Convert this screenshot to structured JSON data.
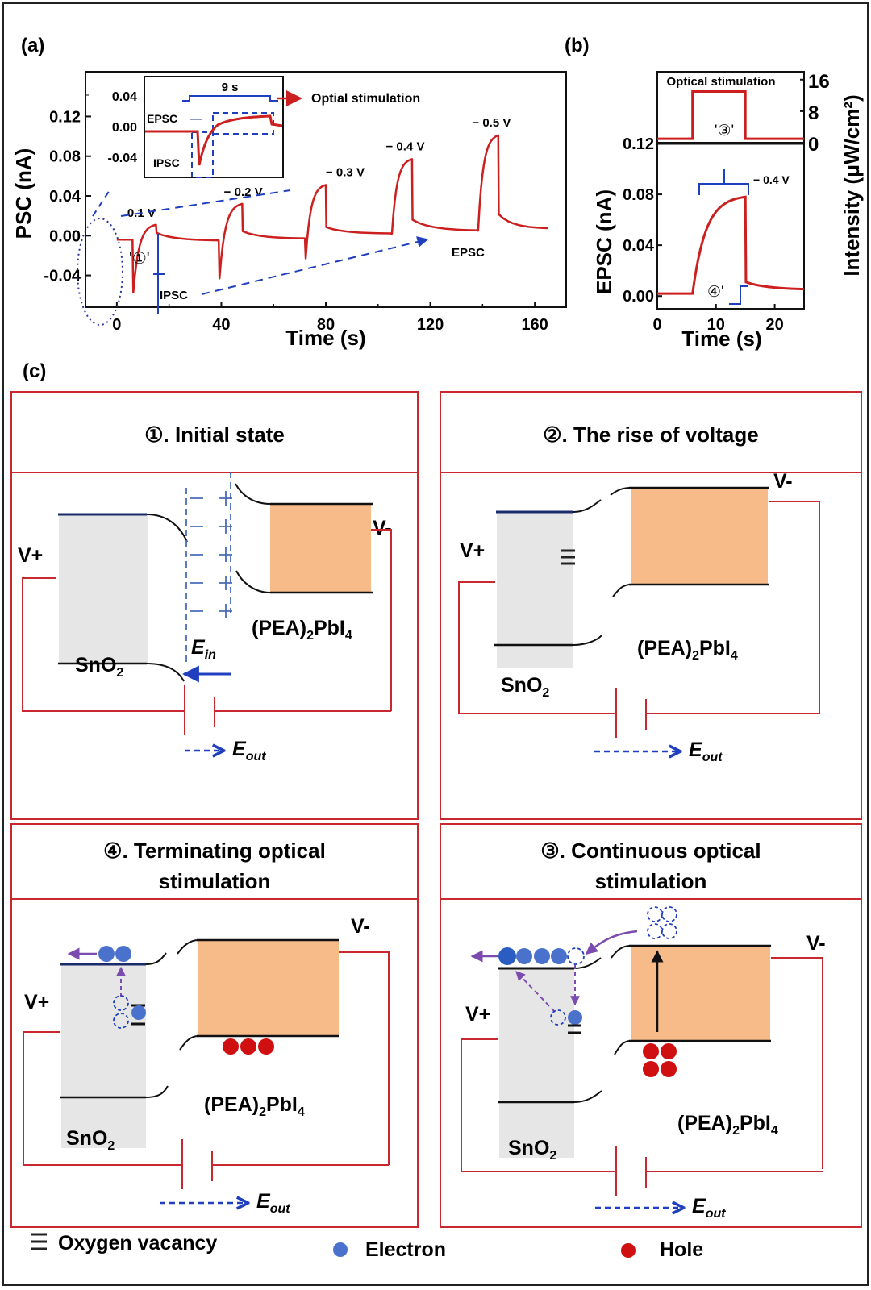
{
  "panel_labels": {
    "a": "(a)",
    "b": "(b)",
    "c": "(c)"
  },
  "chart_data": [
    {
      "id": "a",
      "type": "line",
      "xlabel": "Time (s)",
      "ylabel": "PSC (nA)",
      "xlim": [
        -12,
        172
      ],
      "ylim": [
        -0.072,
        0.165
      ],
      "xticks": [
        0,
        40,
        80,
        120,
        160
      ],
      "xtick_labels": [
        "0",
        "40",
        "80",
        "120",
        "160"
      ],
      "yticks": [
        -0.04,
        0.0,
        0.04,
        0.08,
        0.12
      ],
      "ytick_labels": [
        "-0.04",
        "0.00",
        "0.04",
        "0.08",
        "0.12"
      ],
      "series": [
        {
          "name": "PSC",
          "color": "#cc1f1f",
          "pulses": [
            {
              "label": "0.1 V",
              "onset": 6,
              "offset": 15,
              "baseline": -0.004,
              "ipsc_min": -0.057,
              "peak": 0.011
            },
            {
              "label": "− 0.2 V",
              "onset": 39,
              "offset": 48,
              "baseline": -0.005,
              "ipsc_min": -0.043,
              "peak": 0.032
            },
            {
              "label": "− 0.3 V",
              "onset": 72,
              "offset": 80,
              "baseline": -0.003,
              "ipsc_min": -0.023,
              "peak": 0.051
            },
            {
              "label": "− 0.4 V",
              "onset": 105,
              "offset": 113,
              "baseline": 0.002,
              "ipsc_min": 0.002,
              "peak": 0.077
            },
            {
              "label": "− 0.5 V",
              "onset": 138,
              "offset": 146,
              "baseline": 0.005,
              "ipsc_min": 0.005,
              "peak": 0.101
            }
          ],
          "end_time": 165,
          "end_value": 0.007
        }
      ],
      "annotations": {
        "ipsc": "IPSC",
        "epsc": "EPSC",
        "marker": "'①'",
        "voltages": [
          "0.1 V",
          "− 0.2 V",
          "− 0.3 V",
          "− 0.4 V",
          "− 0.5 V"
        ]
      },
      "inset": {
        "yticks": [
          "0.04",
          "0.00",
          "-0.04"
        ],
        "duration_label": "9 s",
        "epsc_label": "EPSC",
        "ipsc_label": "IPSC",
        "stimulation_label": "Optial stimulation"
      }
    },
    {
      "id": "b",
      "type": "line",
      "xlabel": "Time (s)",
      "ylabel": "EPSC (nA)",
      "y2label": "Intensity (μW/cm²)",
      "xlim": [
        0,
        25
      ],
      "ylim": [
        -0.01,
        0.12
      ],
      "xticks": [
        0,
        10,
        20
      ],
      "xtick_labels": [
        "0",
        "10",
        "20"
      ],
      "yticks": [
        0.0,
        0.04,
        0.08,
        0.12
      ],
      "ytick_labels": [
        "0.00",
        "0.04",
        "0.08",
        "0.12"
      ],
      "y2ticks": [
        0,
        8,
        16
      ],
      "y2tick_labels": [
        "0",
        "8",
        "16"
      ],
      "y2lim": [
        0,
        18
      ],
      "series": [
        {
          "name": "EPSC",
          "color": "#cc1f1f",
          "baseline": 0.002,
          "onset": 6,
          "offset": 15,
          "peak": 0.078,
          "post": 0.011,
          "end_value": 0.005
        },
        {
          "name": "Optical stimulation",
          "color": "#cc1f1f",
          "low": 1,
          "high": 13,
          "onset": 6,
          "offset": 15
        }
      ],
      "annotations": {
        "stimulation": "Optical stimulation",
        "voltage": "− 0.4 V",
        "marker3": "'③'",
        "marker4": "④'"
      }
    }
  ],
  "diagram": {
    "panels": [
      {
        "id": "p1",
        "title": "①. Initial state",
        "sno2": "SnO",
        "pea": "(PEA)",
        "pbi": "PbI",
        "vplus": "V+",
        "vminus": "V-",
        "ein": "E",
        "ein_sub": "in",
        "eout": "E",
        "eout_sub": "out"
      },
      {
        "id": "p2",
        "title": "②. The rise of voltage",
        "sno2": "SnO",
        "pea": "(PEA)",
        "pbi": "PbI",
        "vplus": "V+",
        "vminus": "V-",
        "eout": "E",
        "eout_sub": "out"
      },
      {
        "id": "p4",
        "title_line1": "④. Terminating optical",
        "title_line2": "stimulation",
        "sno2": "SnO",
        "pea": "(PEA)",
        "pbi": "PbI",
        "vplus": "V+",
        "vminus": "V-",
        "eout": "E",
        "eout_sub": "out"
      },
      {
        "id": "p3",
        "title_line1": "③. Continuous optical",
        "title_line2": "stimulation",
        "sno2": "SnO",
        "pea": "(PEA)",
        "pbi": "PbI",
        "vplus": "V+",
        "vminus": "V-",
        "eout": "E",
        "eout_sub": "out"
      }
    ],
    "subscripts": {
      "two": "2",
      "four": "4"
    }
  },
  "legend": {
    "oxygen_vacancy": "Oxygen vacancy",
    "electron": "Electron",
    "hole": "Hole"
  },
  "colors": {
    "curve_red": "#cc1f1f",
    "frame_red": "#c8282e",
    "blue": "#1f3fbf",
    "electron_blue": "#4a72cc",
    "hole_red": "#d01010",
    "perovskite": "#f6bb88",
    "sno2_gray": "#e6e6e6",
    "purple": "#7b4bb0"
  }
}
